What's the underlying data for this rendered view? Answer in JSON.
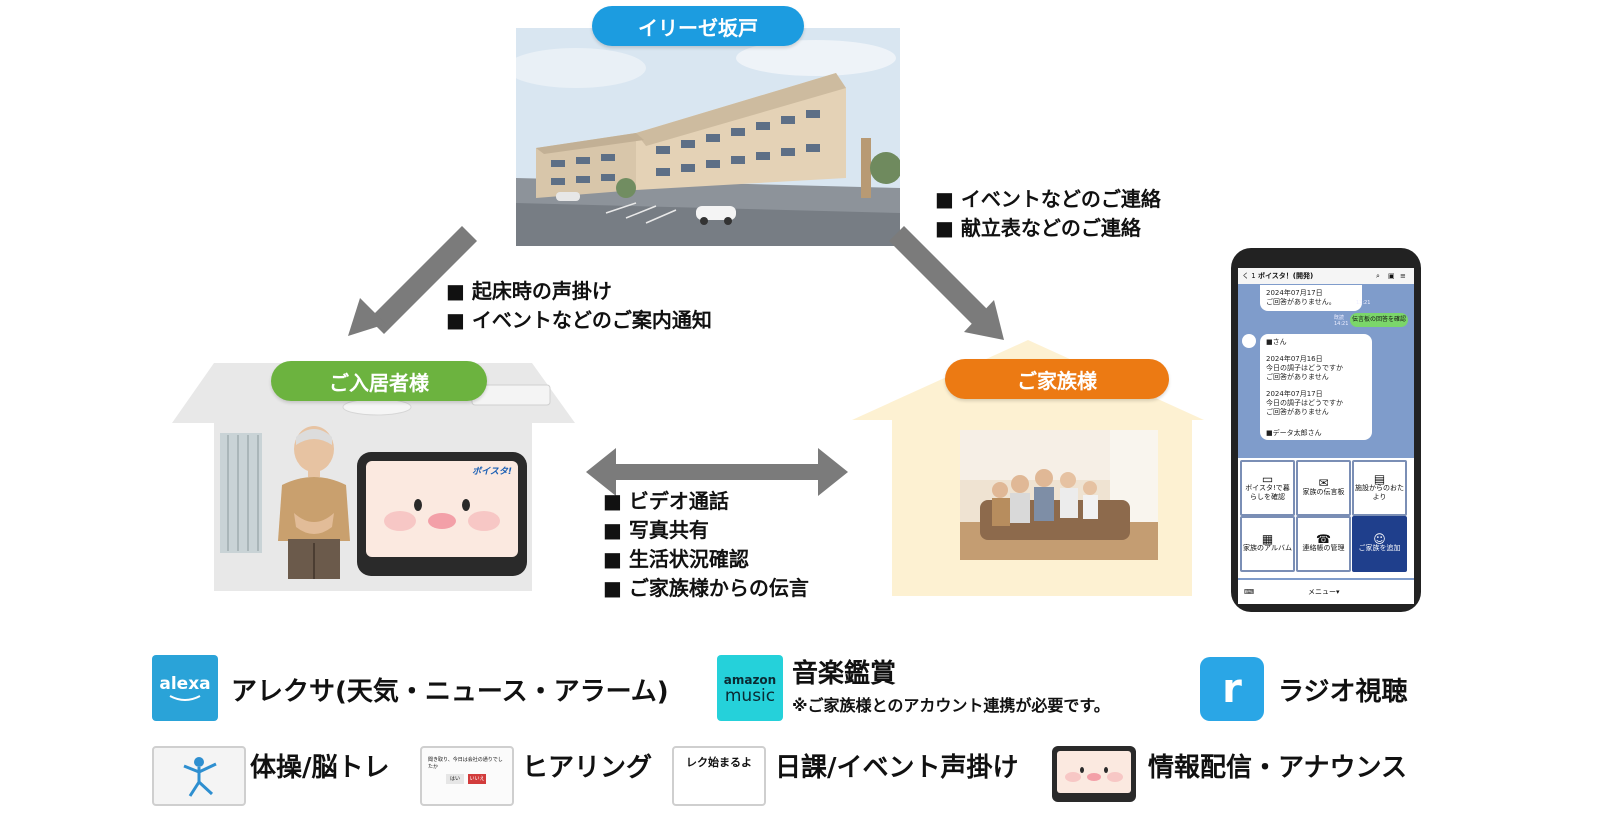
{
  "facility": {
    "label": "イリーゼ坂戸"
  },
  "residents": {
    "label": "ご入居者様",
    "device_logo": "ボイスタ!"
  },
  "family": {
    "label": "ご家族様"
  },
  "facility_to_residents": [
    "起床時の声掛け",
    "イベントなどのご案内通知"
  ],
  "facility_to_family": [
    "イベントなどのご連絡",
    "献立表などのご連絡"
  ],
  "residents_family": [
    "ビデオ通話",
    "写真共有",
    "生活状況確認",
    "ご家族様からの伝言"
  ],
  "phone": {
    "header_title": "ボイスタ！(開発)",
    "header_back": "く 1",
    "msg_top_date": "2024年07月17日",
    "msg_top_text": "ご回答がありません。",
    "time1": "13:21",
    "time2": "14:21",
    "read_label": "既読",
    "green_msg": "伝言板の回答を確認",
    "bubble_name": "■さん",
    "bubble_d1": "2024年07月16日",
    "bubble_q1": "今日の調子はどうですか",
    "bubble_a1": "ご回答がありません",
    "bubble_d2": "2024年07月17日",
    "bubble_q2": "今日の調子はどうですか",
    "bubble_a2": "ご回答がありません",
    "bubble_sign": "■データ太郎さん",
    "tiles": [
      "ボイスタ!で暮らしを確認",
      "家族の伝言板",
      "施設からのおたより",
      "家族のアルバム",
      "連絡帳の管理",
      "ご家族を追加"
    ],
    "menu_label": "メニュー▾"
  },
  "features": {
    "alexa_logo": "alexa",
    "alexa": "アレクサ(天気・ニュース・アラーム)",
    "amazon_logo_1": "amazon",
    "amazon_logo_2": "music",
    "music": "音楽鑑賞",
    "music_note": "※ご家族様とのアカウント連携が必要です。",
    "radiko_logo": "r",
    "radio": "ラジオ視聴",
    "exercise": "体操/脳トレ",
    "hearing": "ヒアリング",
    "routine_screen": "レク始まるよ",
    "routine": "日課/イベント声掛け",
    "info": "情報配信・アナウンス",
    "hearing_question": "聞き取り、今日は会社の通りでしたか",
    "hearing_yes": "はい",
    "hearing_no": "いいえ"
  },
  "colors": {
    "facility_pill": "#1c9ce0",
    "residents_pill": "#6cb33f",
    "family_pill": "#ec7a13",
    "arrow": "#7b7b7b",
    "resident_house": "#e8e8e8",
    "family_house": "#fdf1d2",
    "phone_chat_bg": "#7f9ccb"
  }
}
